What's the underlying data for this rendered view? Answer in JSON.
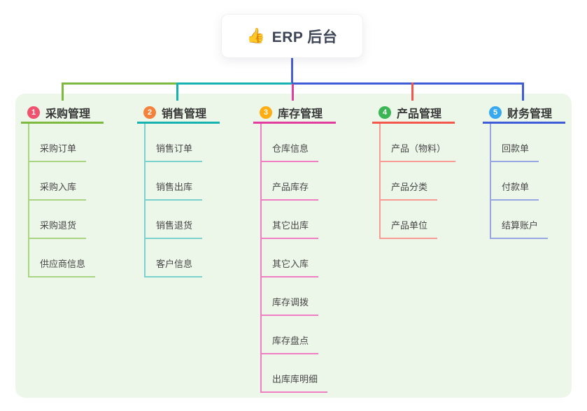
{
  "root": {
    "icon": "thumbs-up-icon",
    "icon_glyph": "👍",
    "title": "ERP 后台"
  },
  "connectors": {
    "stem_color": "#4A5ED6"
  },
  "panel": {
    "background": "#ECF7E9"
  },
  "columns": [
    {
      "badge": "1",
      "title": "采购管理",
      "color": "#7CB93E",
      "color_light": "#A9D481",
      "badge_color": "#F0536E",
      "children": [
        "采购订单",
        "采购入库",
        "采购退货",
        "供应商信息"
      ]
    },
    {
      "badge": "2",
      "title": "销售管理",
      "color": "#14B3AF",
      "color_light": "#7BD1CD",
      "badge_color": "#F5823C",
      "children": [
        "销售订单",
        "销售出库",
        "销售退货",
        "客户信息"
      ]
    },
    {
      "badge": "3",
      "title": "库存管理",
      "color": "#E23C9F",
      "color_light": "#EF7FC2",
      "badge_color": "#FFAD12",
      "children": [
        "仓库信息",
        "产品库存",
        "其它出库",
        "其它入库",
        "库存调拨",
        "库存盘点",
        "出库库明细"
      ]
    },
    {
      "badge": "4",
      "title": "产品管理",
      "color": "#F3564B",
      "color_light": "#F79B94",
      "badge_color": "#3CB554",
      "children": [
        "产品（物料）",
        "产品分类",
        "产品单位"
      ]
    },
    {
      "badge": "5",
      "title": "财务管理",
      "color": "#3E5CD7",
      "color_light": "#97A7E3",
      "badge_color": "#38A9F0",
      "children": [
        "回款单",
        "付款单",
        "结算账户"
      ]
    }
  ]
}
